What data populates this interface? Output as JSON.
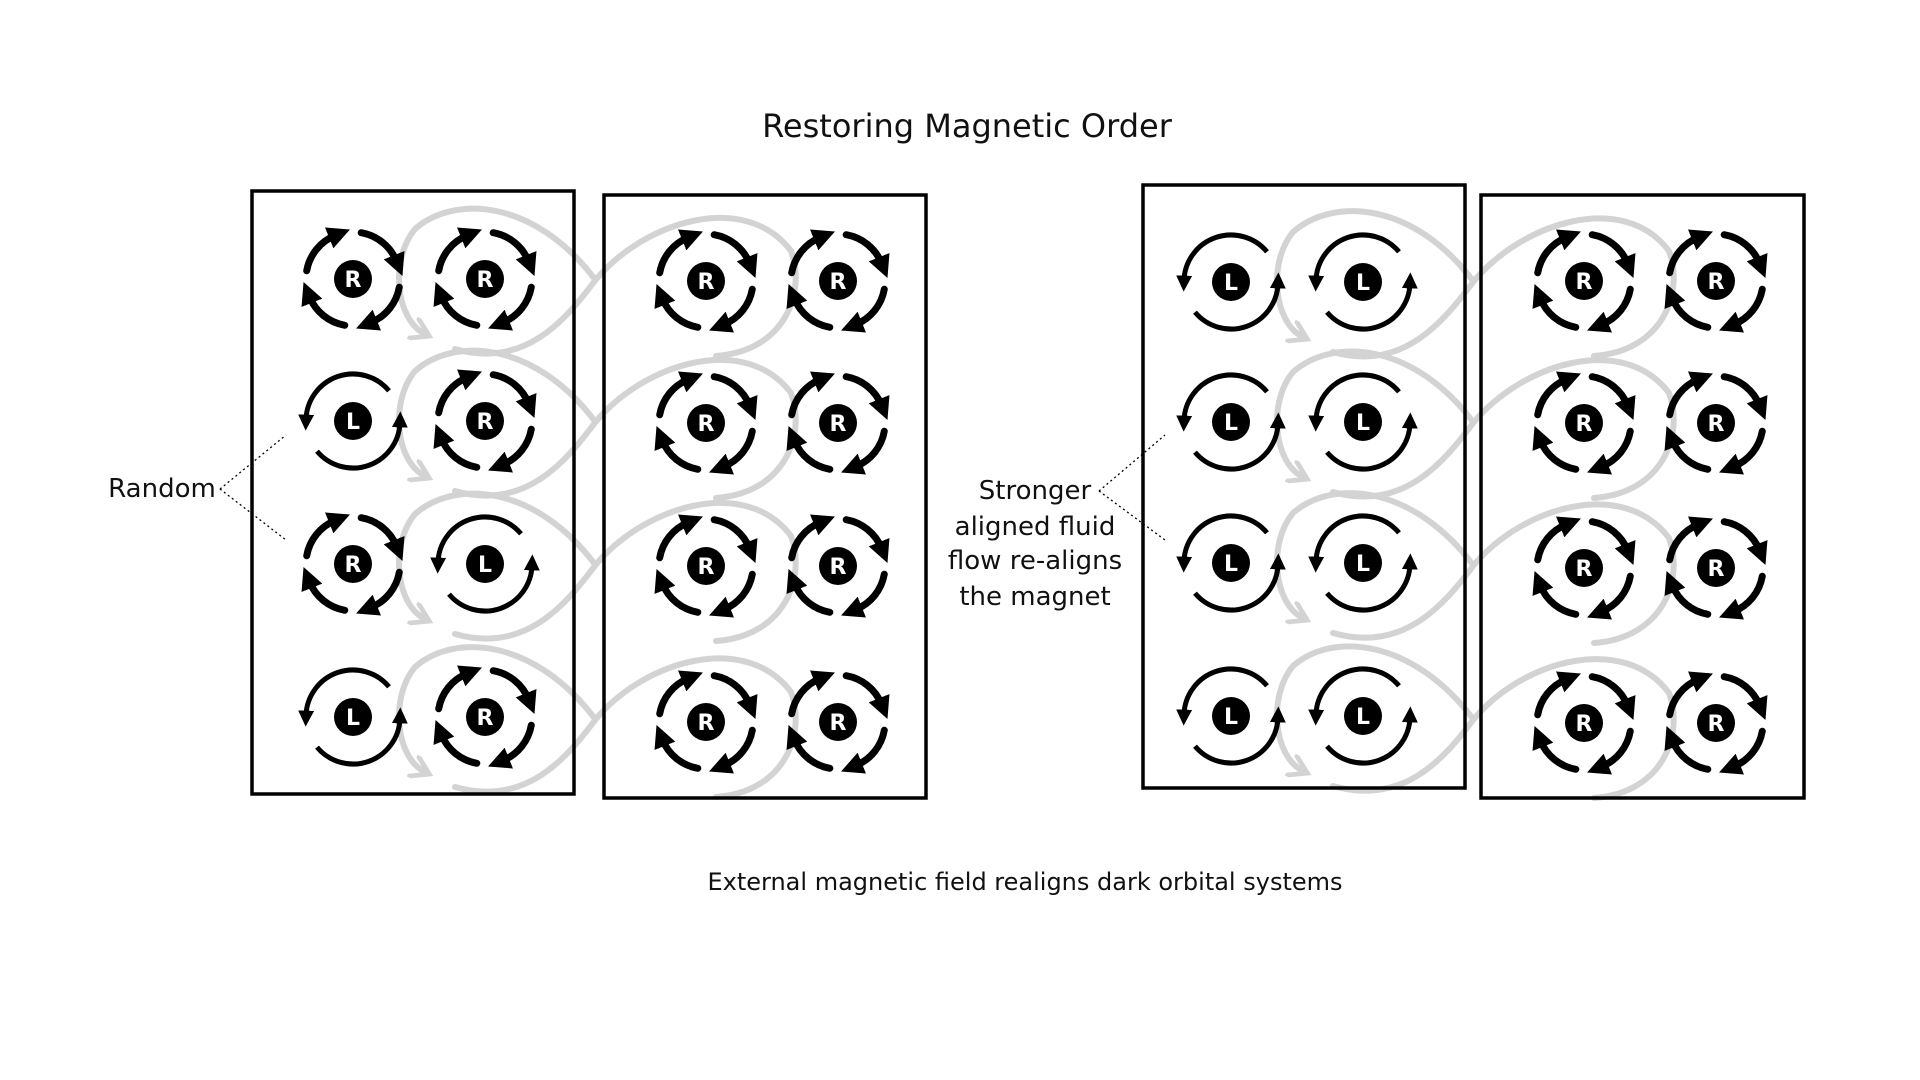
{
  "title": "Restoring Magnetic Order",
  "caption": "External magnetic field realigns dark orbital systems",
  "left_label": "Random",
  "right_label": [
    "Stronger",
    "aligned fluid",
    "flow re-aligns",
    "the magnet"
  ],
  "panels": [
    {
      "rows": [
        [
          "R",
          "R"
        ],
        [
          "L",
          "R"
        ],
        [
          "R",
          "L"
        ],
        [
          "L",
          "R"
        ]
      ]
    },
    {
      "rows": [
        [
          "R",
          "R"
        ],
        [
          "R",
          "R"
        ],
        [
          "R",
          "R"
        ],
        [
          "R",
          "R"
        ]
      ]
    },
    {
      "rows": [
        [
          "L",
          "L"
        ],
        [
          "L",
          "L"
        ],
        [
          "L",
          "L"
        ],
        [
          "L",
          "L"
        ]
      ]
    },
    {
      "rows": [
        [
          "R",
          "R"
        ],
        [
          "R",
          "R"
        ],
        [
          "R",
          "R"
        ],
        [
          "R",
          "R"
        ]
      ]
    }
  ],
  "colors": {
    "ink": "#000000",
    "flow": "#d3d3d3"
  }
}
